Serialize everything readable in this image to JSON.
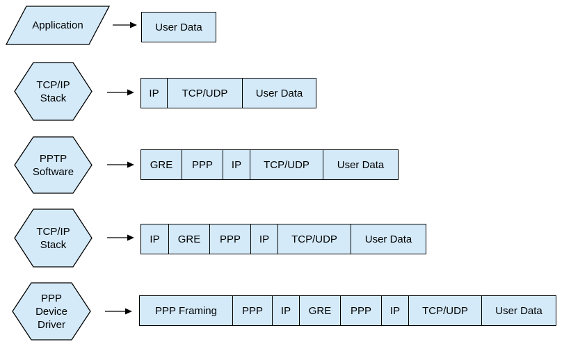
{
  "diagram": {
    "colors": {
      "shape_fill": "#d4eaf9",
      "shape_border": "#000000",
      "text": "#000000",
      "background": "#ffffff"
    },
    "rows": [
      {
        "stage": {
          "shape": "parallelogram",
          "line1": "Application"
        },
        "packet": {
          "cells": [
            "User Data"
          ]
        }
      },
      {
        "stage": {
          "shape": "hexagon",
          "line1": "TCP/IP",
          "line2": "Stack"
        },
        "packet": {
          "cells": [
            "IP",
            "TCP/UDP",
            "User Data"
          ]
        }
      },
      {
        "stage": {
          "shape": "hexagon",
          "line1": "PPTP",
          "line2": "Software"
        },
        "packet": {
          "cells": [
            "GRE",
            "PPP",
            "IP",
            "TCP/UDP",
            "User Data"
          ]
        }
      },
      {
        "stage": {
          "shape": "hexagon",
          "line1": "TCP/IP",
          "line2": "Stack"
        },
        "packet": {
          "cells": [
            "IP",
            "GRE",
            "PPP",
            "IP",
            "TCP/UDP",
            "User Data"
          ]
        }
      },
      {
        "stage": {
          "shape": "hexagon",
          "line1": "PPP",
          "line2": "Device",
          "line3": "Driver"
        },
        "packet": {
          "cells": [
            "PPP Framing",
            "PPP",
            "IP",
            "GRE",
            "PPP",
            "IP",
            "TCP/UDP",
            "User Data"
          ]
        }
      }
    ]
  }
}
